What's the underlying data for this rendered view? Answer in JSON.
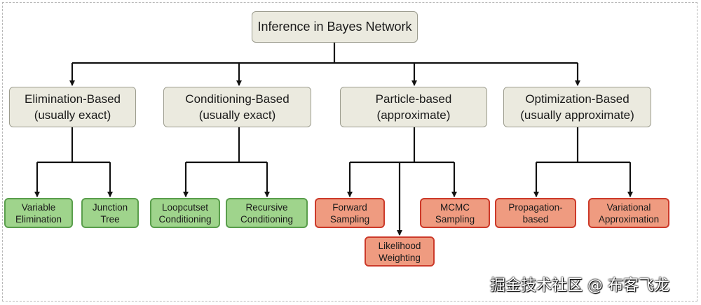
{
  "root": {
    "label": "Inference in Bayes Network"
  },
  "categories": [
    {
      "line1": "Elimination-Based",
      "line2": "(usually exact)"
    },
    {
      "line1": "Conditioning-Based",
      "line2": "(usually exact)"
    },
    {
      "line1": "Particle-based",
      "line2": "(approximate)"
    },
    {
      "line1": "Optimization-Based",
      "line2": "(usually approximate)"
    }
  ],
  "leaves": {
    "variable_elimination": {
      "line1": "Variable",
      "line2": "Elimination"
    },
    "junction_tree": {
      "line1": "Junction",
      "line2": "Tree"
    },
    "loopcutset_conditioning": {
      "line1": "Loopcutset",
      "line2": "Conditioning"
    },
    "recursive_conditioning": {
      "line1": "Recursive",
      "line2": "Conditioning"
    },
    "forward_sampling": {
      "line1": "Forward",
      "line2": "Sampling"
    },
    "likelihood_weighting": {
      "line1": "Likelihood",
      "line2": "Weighting"
    },
    "mcmc_sampling": {
      "line1": "MCMC",
      "line2": "Sampling"
    },
    "propagation_based": {
      "line1": "Propagation-",
      "line2": "based"
    },
    "variational_approximation": {
      "line1": "Variational",
      "line2": "Approximation"
    }
  },
  "colors": {
    "category_fill": "#ebeadf",
    "exact_leaf_fill": "#9fd48c",
    "exact_leaf_border": "#5a9e4c",
    "approx_leaf_fill": "#ef9b80",
    "approx_leaf_border": "#cc3a2a",
    "connector": "#111111"
  },
  "watermark": "掘金技术社区 @ 布客飞龙"
}
